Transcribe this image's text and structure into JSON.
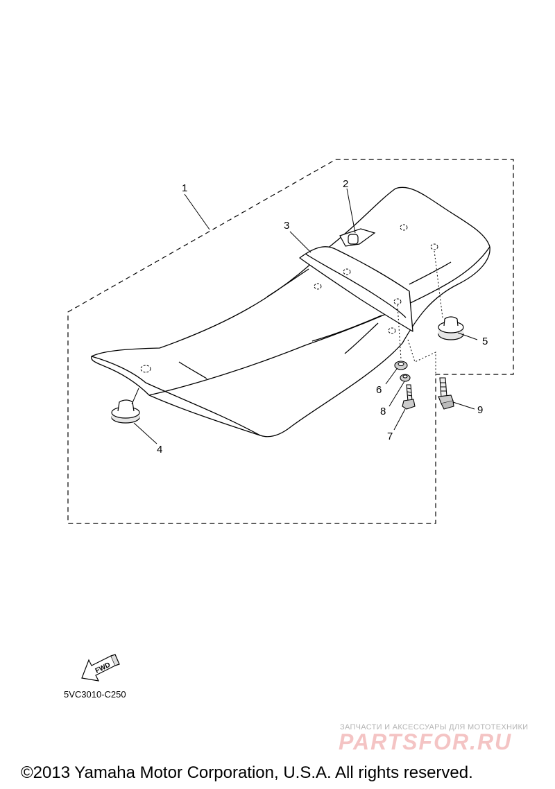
{
  "diagram": {
    "callouts": [
      "1",
      "2",
      "3",
      "4",
      "5",
      "6",
      "7",
      "8",
      "9"
    ],
    "fwd_label": "FWD",
    "part_code": "5VC3010-C250"
  },
  "watermark": {
    "tagline": "ЗАПЧАСТИ И АКСЕССУАРЫ ДЛЯ МОТОТЕХНИКИ",
    "logo": "PARTSFOR.RU",
    "color": "#f4c4c4"
  },
  "footer": {
    "copyright": "©2013 Yamaha Motor Corporation, U.S.A. All rights reserved."
  }
}
